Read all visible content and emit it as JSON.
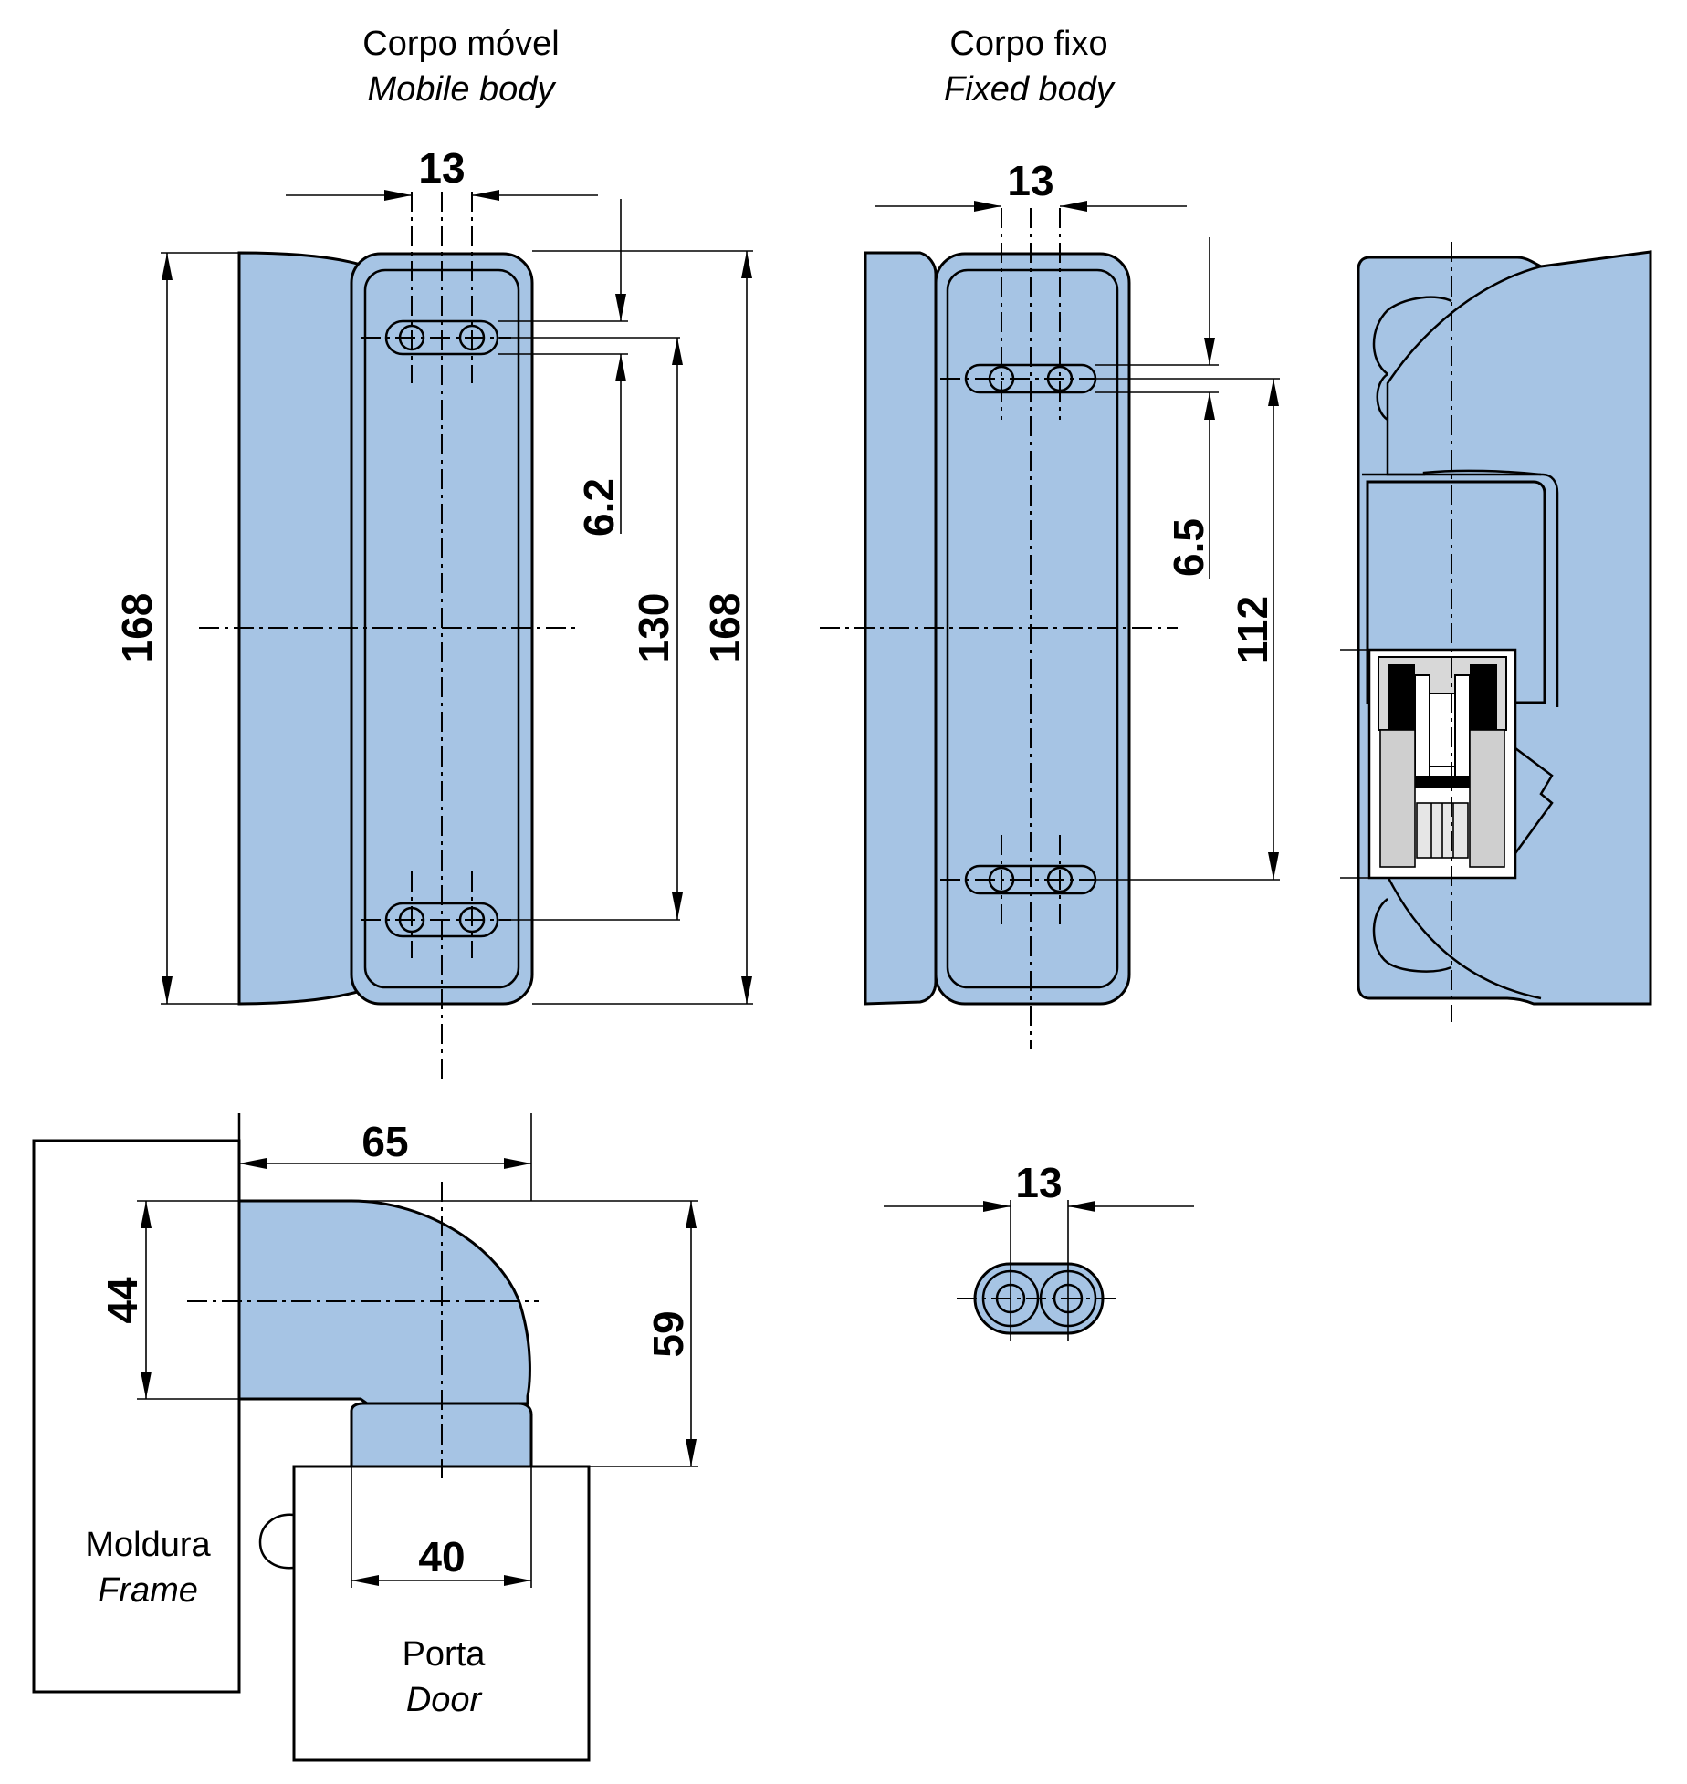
{
  "labels": {
    "mobile_body_pt": "Corpo móvel",
    "mobile_body_en": "Mobile body",
    "fixed_body_pt": "Corpo fixo",
    "fixed_body_en": "Fixed body",
    "frame_pt": "Moldura",
    "frame_en": "Frame",
    "door_pt": "Porta",
    "door_en": "Door"
  },
  "dimensions": {
    "mobile_hole_spacing": "13",
    "mobile_slot_width": "6.2",
    "mobile_hole_pitch": "130",
    "mobile_height_left": "168",
    "mobile_height_right": "168",
    "fixed_hole_spacing": "13",
    "fixed_slot_width": "6.5",
    "fixed_hole_pitch": "112",
    "top_width": "65",
    "top_depth": "44",
    "top_total_depth": "59",
    "leaf_width": "40",
    "slot_detail_spacing": "13"
  },
  "colors": {
    "body_fill": "#a6c4e4",
    "line": "#000000"
  }
}
